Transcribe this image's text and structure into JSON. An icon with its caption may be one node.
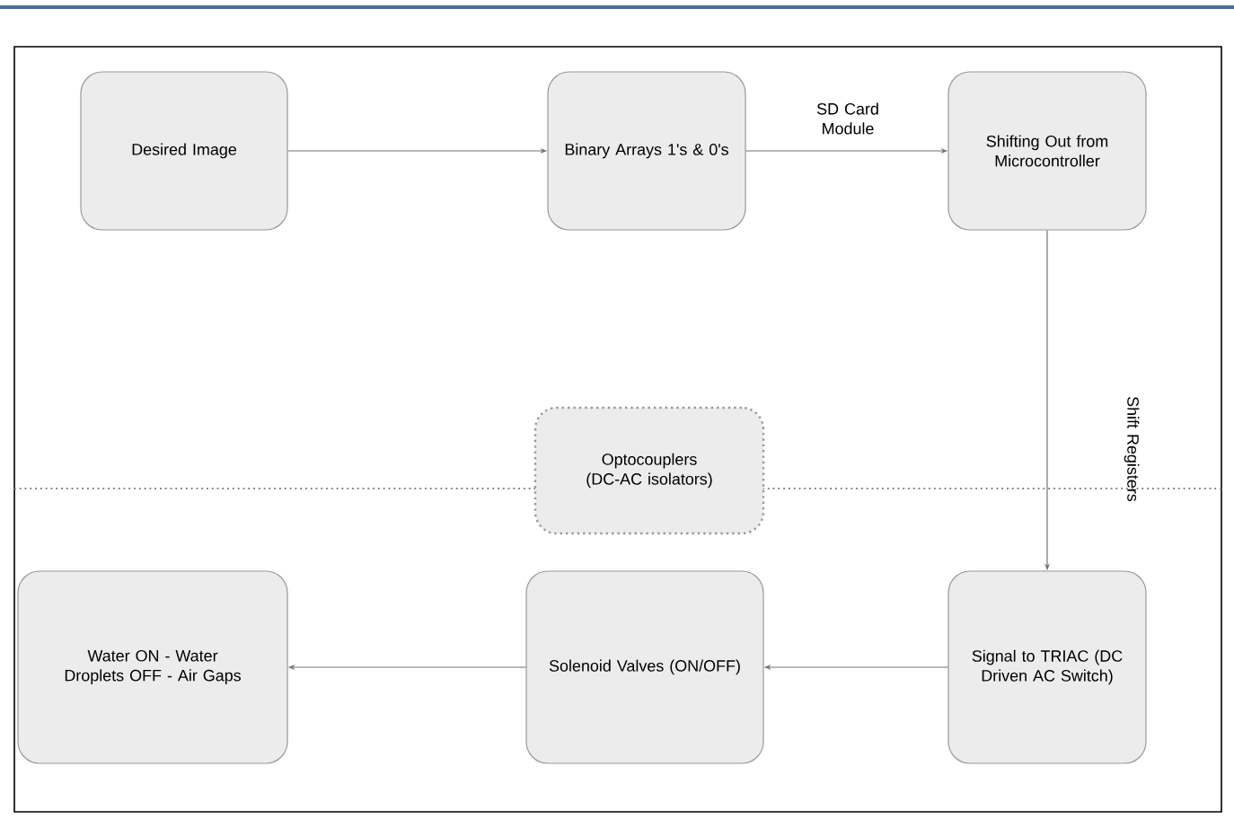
{
  "diagram": {
    "nodes": [
      {
        "text": [
          "Desired Image"
        ]
      },
      {
        "text": [
          "Binary Arrays 1's & 0's"
        ]
      },
      {
        "text": [
          "Shifting Out from Microcontroller"
        ]
      },
      {
        "text": [
          "Optocouplers (DC-AC isolators)"
        ]
      },
      {
        "text": [
          "Water ON - Water Droplets OFF - Air Gaps"
        ]
      },
      {
        "text": [
          "Solenoid Valves (ON/OFF)"
        ]
      },
      {
        "text": [
          "Signal to TRIAC (DC Driven AC Switch)"
        ]
      }
    ],
    "edges": [
      {
        "from": 0,
        "to": 1,
        "arrow": "to"
      },
      {
        "from": 1,
        "to": 2,
        "arrow": "to",
        "label": "SD Card Module"
      },
      {
        "from": 2,
        "to": 6,
        "arrow": "to",
        "label": "Shift Registers"
      },
      {
        "from": 6,
        "to": 5,
        "arrow": "to"
      },
      {
        "from": 5,
        "to": 4,
        "arrow": "to"
      }
    ]
  }
}
